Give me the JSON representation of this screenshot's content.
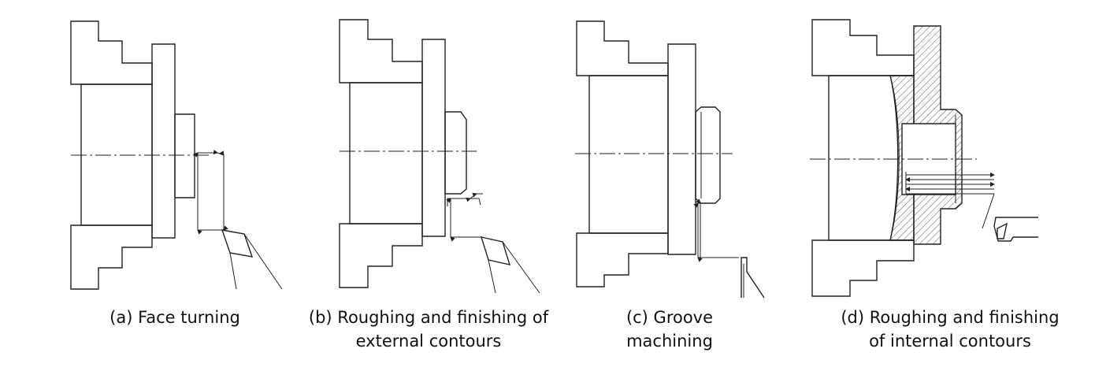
{
  "colors": {
    "line": "#222222",
    "text": "#111111",
    "hatch": "#555555",
    "background": "#ffffff"
  },
  "panels": [
    {
      "id": "a",
      "caption_lines": [
        "(a) Face turning"
      ]
    },
    {
      "id": "b",
      "caption_lines": [
        "(b) Roughing and finishing of",
        "external contours"
      ]
    },
    {
      "id": "c",
      "caption_lines": [
        "(c) Groove",
        "machining"
      ]
    },
    {
      "id": "d",
      "caption_lines": [
        "(d) Roughing and finishing",
        "of internal contours"
      ]
    }
  ]
}
